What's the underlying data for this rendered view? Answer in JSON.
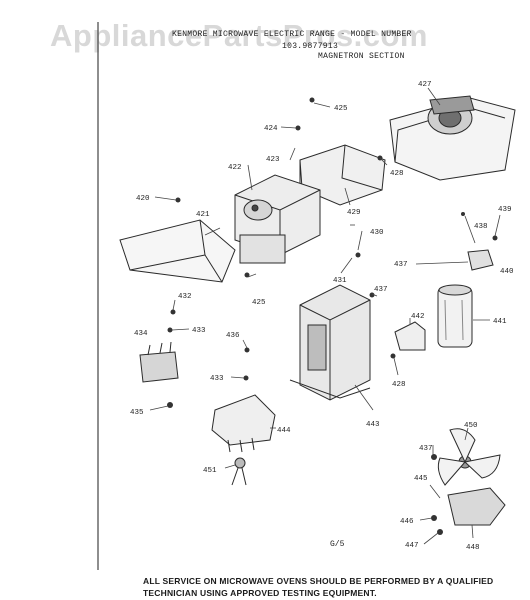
{
  "watermark": "AppliancePartsPros.com",
  "header": {
    "title_line": "KENMORE MICROWAVE ELECTRIC RANGE - MODEL NUMBER",
    "model_number": "103.9877913",
    "section_title": "MAGNETRON SECTION"
  },
  "part_labels": [
    "420",
    "421",
    "422",
    "423",
    "424",
    "425",
    "425",
    "427",
    "428",
    "429",
    "430",
    "431",
    "432",
    "433",
    "433",
    "434",
    "435",
    "436",
    "437",
    "437",
    "437",
    "438",
    "439",
    "440",
    "441",
    "442",
    "443",
    "444",
    "445",
    "446",
    "447",
    "448",
    "450",
    "451",
    "428"
  ],
  "figure_code": "G/5",
  "footer": {
    "line1": "ALL SERVICE ON MICROWAVE OVENS SHOULD BE PERFORMED  BY A QUALIFIED",
    "line2": "TECHNICIAN USING APPROVED TESTING EQUIPMENT."
  }
}
